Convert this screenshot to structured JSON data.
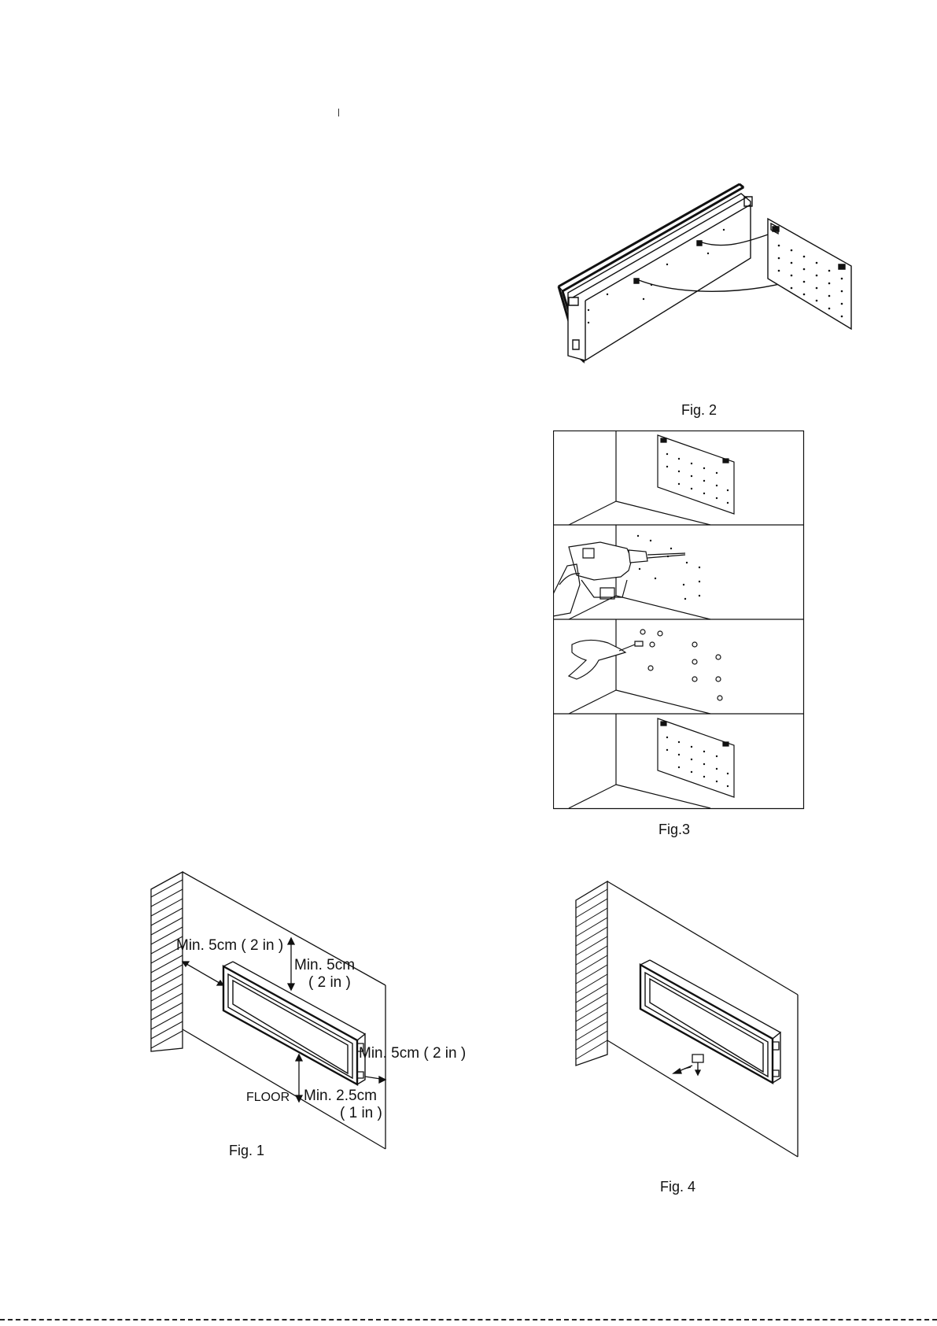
{
  "figures": {
    "fig1": {
      "caption": "Fig. 1",
      "labels": {
        "left_clearance": "Min. 5cm ( 2 in )",
        "top_clearance_line1": "Min. 5cm",
        "top_clearance_line2": "( 2 in )",
        "right_clearance": "Min. 5cm ( 2 in )",
        "floor": "FLOOR",
        "bottom_clearance_line1": "Min. 2.5cm",
        "bottom_clearance_line2": "( 1 in )"
      }
    },
    "fig2": {
      "caption": "Fig. 2"
    },
    "fig3": {
      "caption": "Fig.3"
    },
    "fig4": {
      "caption": "Fig. 4"
    }
  }
}
